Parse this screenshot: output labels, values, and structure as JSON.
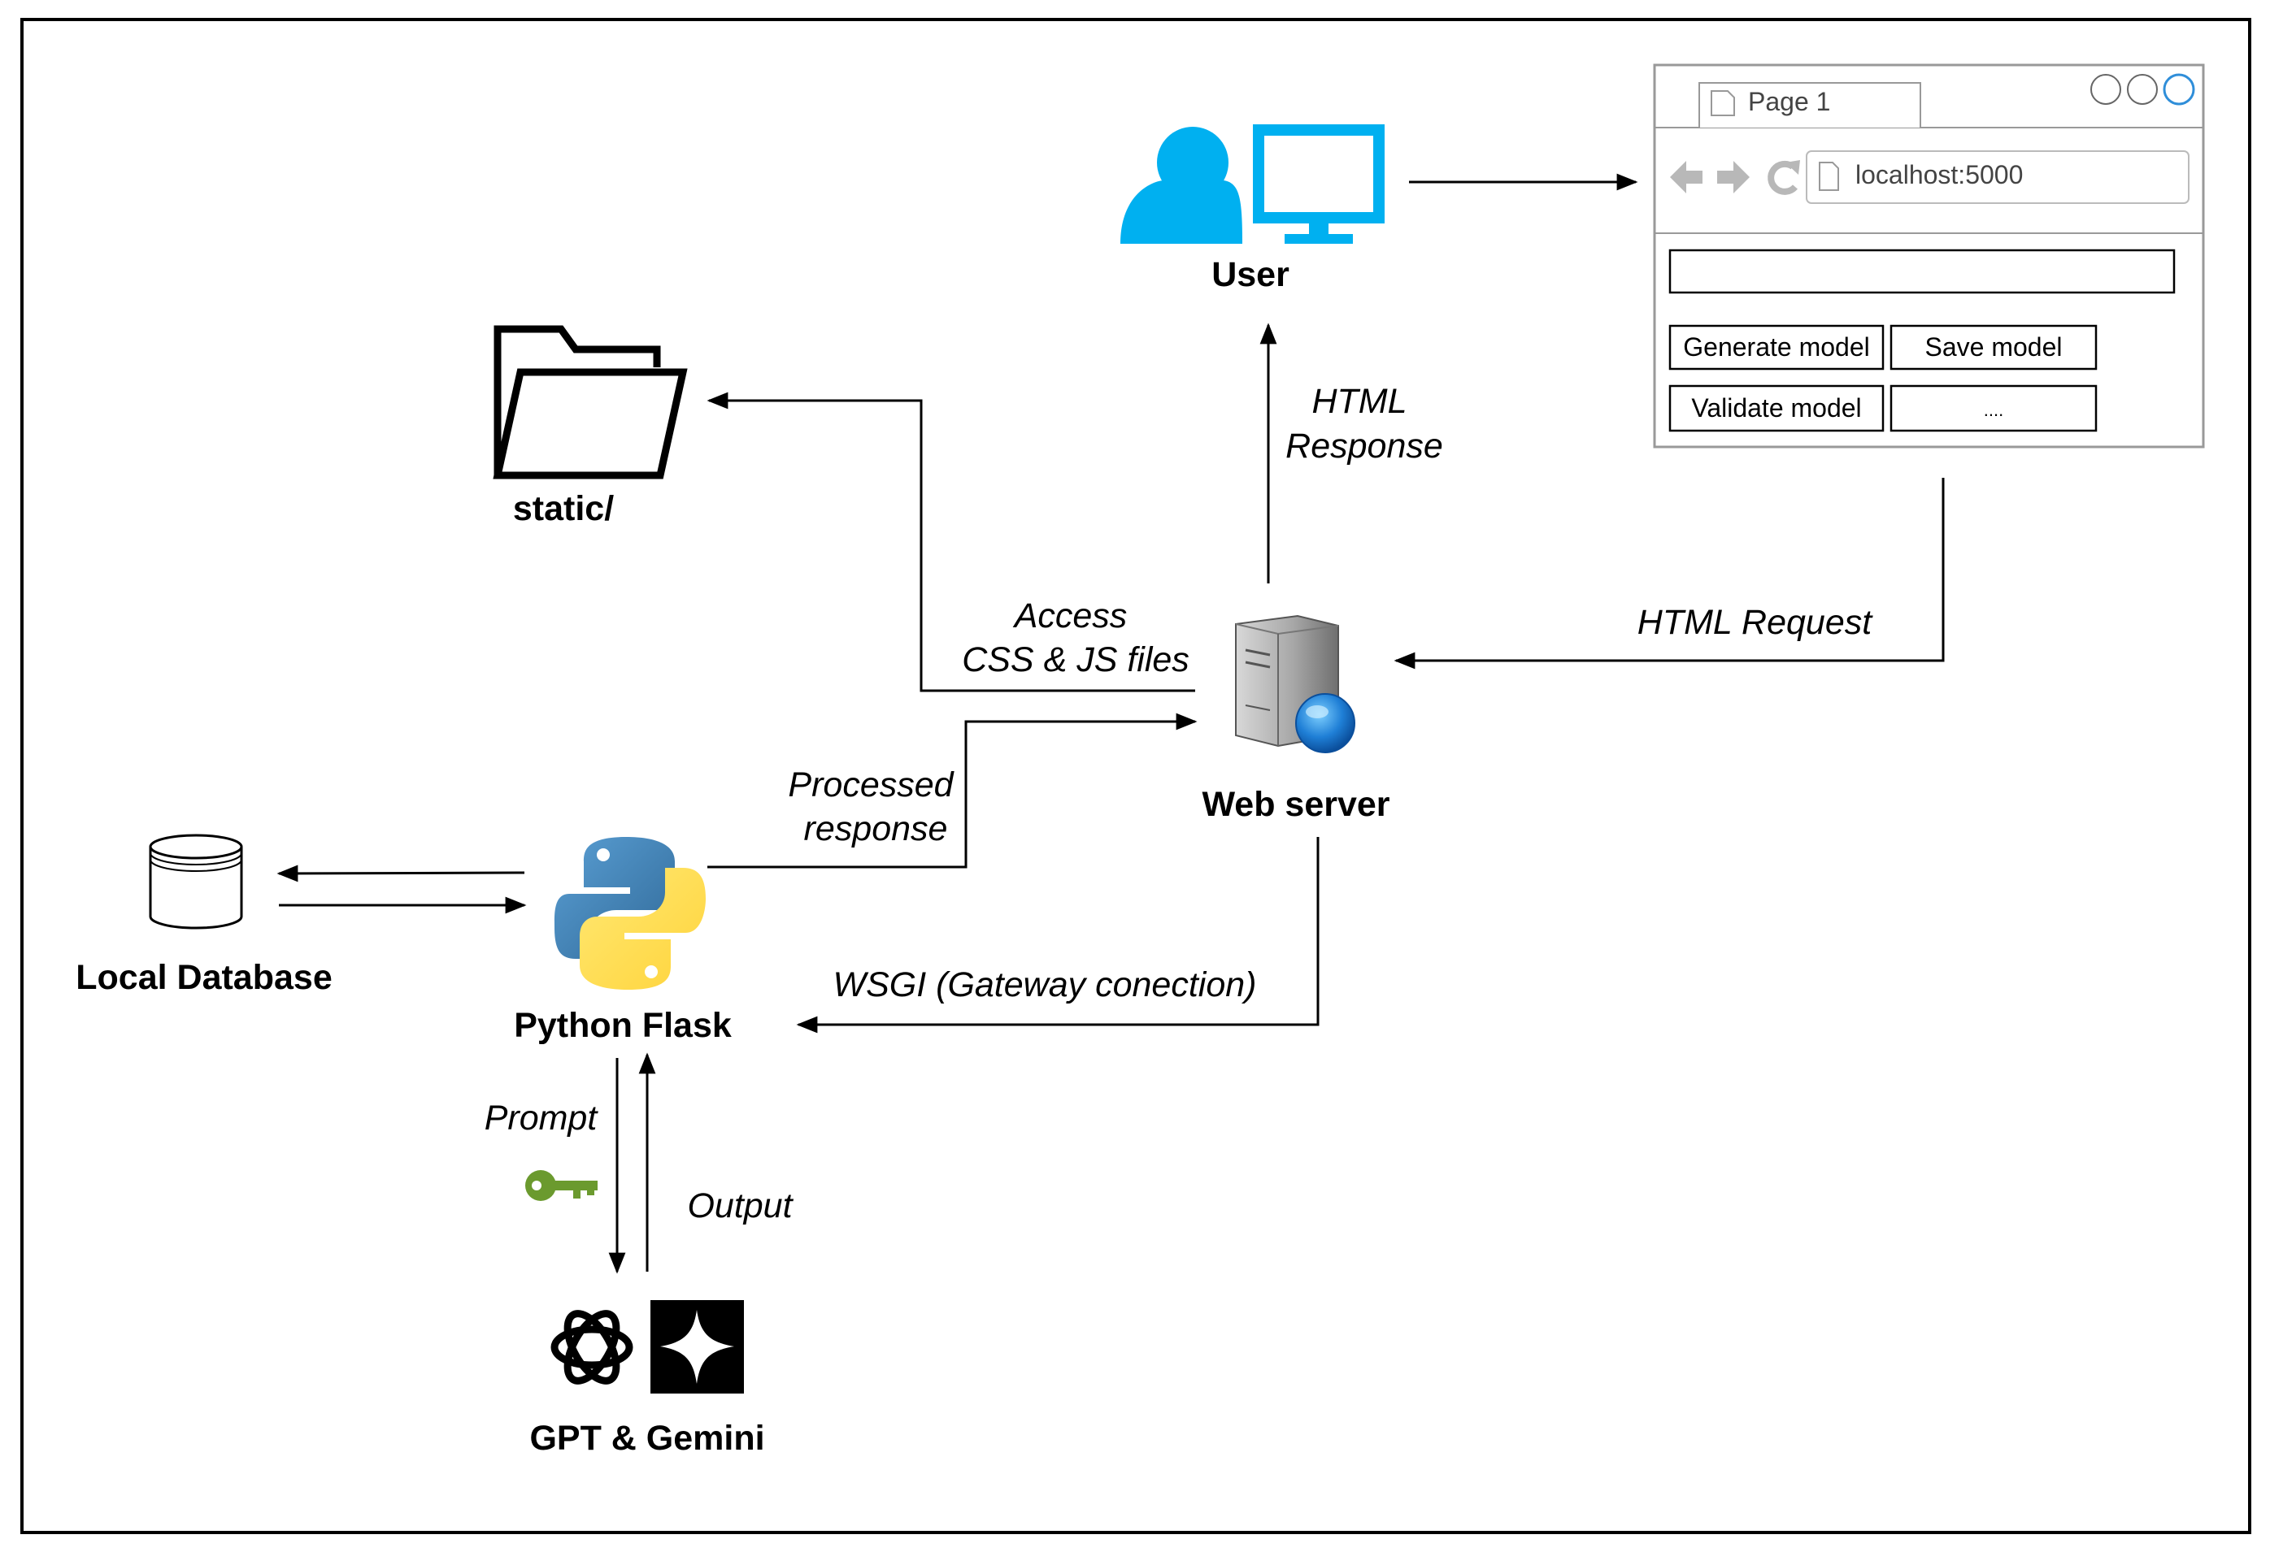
{
  "nodes": {
    "user": "User",
    "static": "static/",
    "web_server": "Web server",
    "local_database": "Local Database",
    "python_flask": "Python Flask",
    "gpt_gemini": "GPT & Gemini"
  },
  "edges": {
    "html_response_1": "HTML",
    "html_response_2": "Response",
    "html_request": "HTML Request",
    "access_1": "Access",
    "access_2": "CSS & JS files",
    "processed_1": "Processed",
    "processed_2": "response",
    "wsgi": "WSGI (Gateway conection)",
    "prompt": "Prompt",
    "output": "Output"
  },
  "browser": {
    "tab_label": "Page 1",
    "url": "localhost:5000",
    "buttons": {
      "generate": "Generate model",
      "save": "Save model",
      "validate": "Validate model",
      "more": "...."
    }
  },
  "colors": {
    "user_icon": "#00b0f0",
    "python_blue": "#3572a5",
    "python_yellow": "#f7d046",
    "key_green": "#6b9a2e",
    "server_globe": "#1f7fd6"
  },
  "icons": [
    "user-icon",
    "monitor-icon",
    "folder-icon",
    "server-icon",
    "database-icon",
    "python-icon",
    "key-icon",
    "openai-icon",
    "gemini-icon"
  ]
}
